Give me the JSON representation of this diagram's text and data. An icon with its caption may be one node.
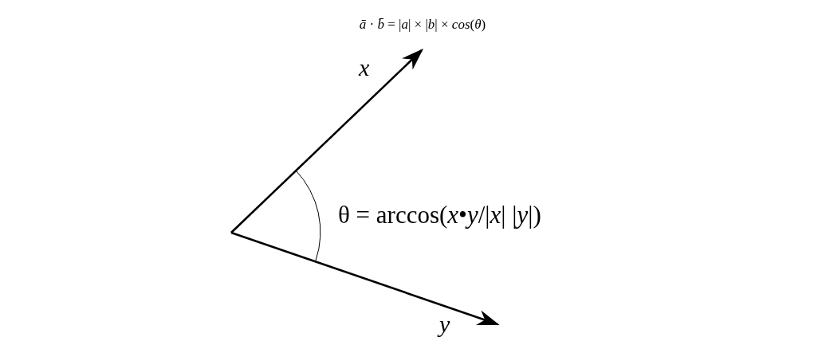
{
  "diagram": {
    "title": "*ā* · *b̄* = |*a*| × |*b*| × *cos*(*θ*)",
    "labels": [
      "*x*",
      "θ = arccos(*x*•*y*/|*x*| |*y*|)",
      "*y*"
    ]
  }
}
